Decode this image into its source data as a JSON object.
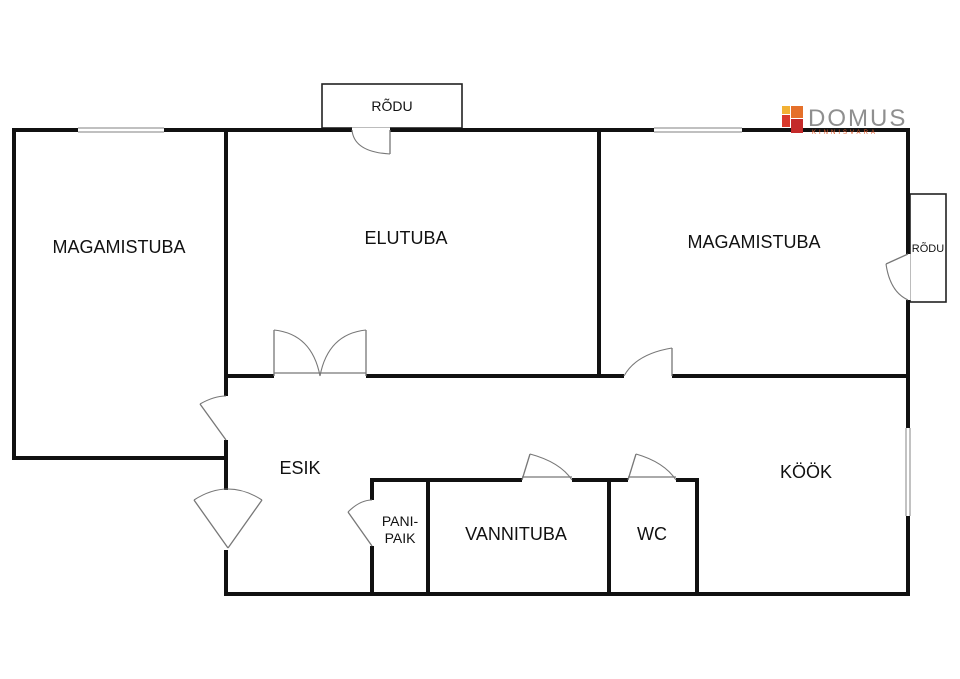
{
  "plan": {
    "rooms": {
      "bedroom_left": "MAGAMISTUBA",
      "living_room": "ELUTUBA",
      "bedroom_right": "MAGAMISTUBA",
      "hallway": "ESIK",
      "kitchen": "KÖÖK",
      "pantry_line1": "PANI-",
      "pantry_line2": "PAIK",
      "bathroom": "VANNITUBA",
      "wc": "WC"
    },
    "balconies": {
      "top": "RÕDU",
      "right": "RÕDU"
    }
  },
  "logo": {
    "name": "DOMUS",
    "tagline": "KINNISVARA",
    "colors": [
      "#f2b134",
      "#e5702a",
      "#d9392b",
      "#c42a2a"
    ]
  }
}
